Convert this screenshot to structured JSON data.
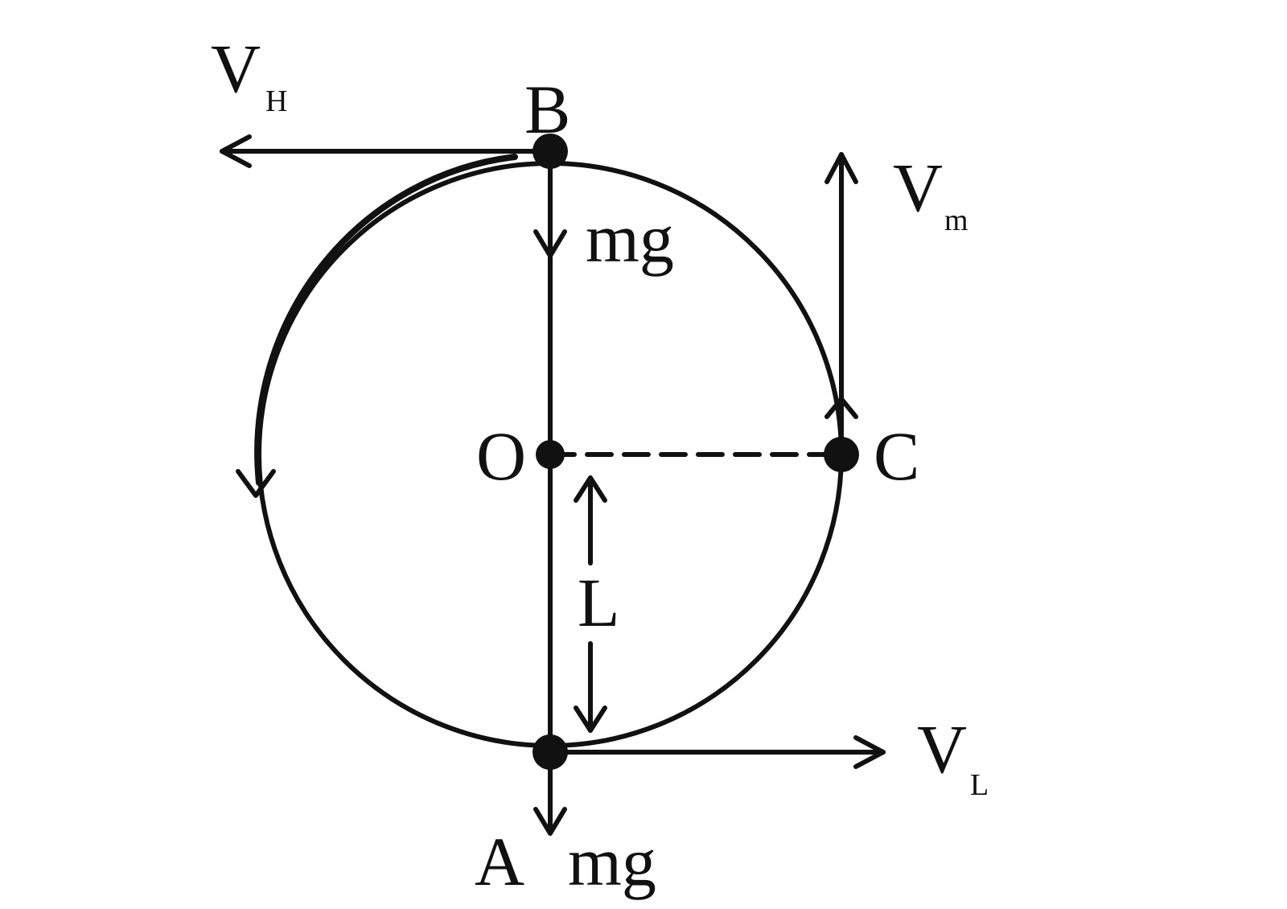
{
  "points": {
    "top": "B",
    "center": "O",
    "right": "C",
    "bottom": "A"
  },
  "vectors": {
    "v_top": {
      "symbol": "V",
      "subscript": "H"
    },
    "v_right": {
      "symbol": "V",
      "subscript": "m"
    },
    "v_bottom": {
      "symbol": "V",
      "subscript": "L"
    }
  },
  "forces": {
    "top_weight": "mg",
    "bottom_weight": "mg"
  },
  "length_label": "L"
}
